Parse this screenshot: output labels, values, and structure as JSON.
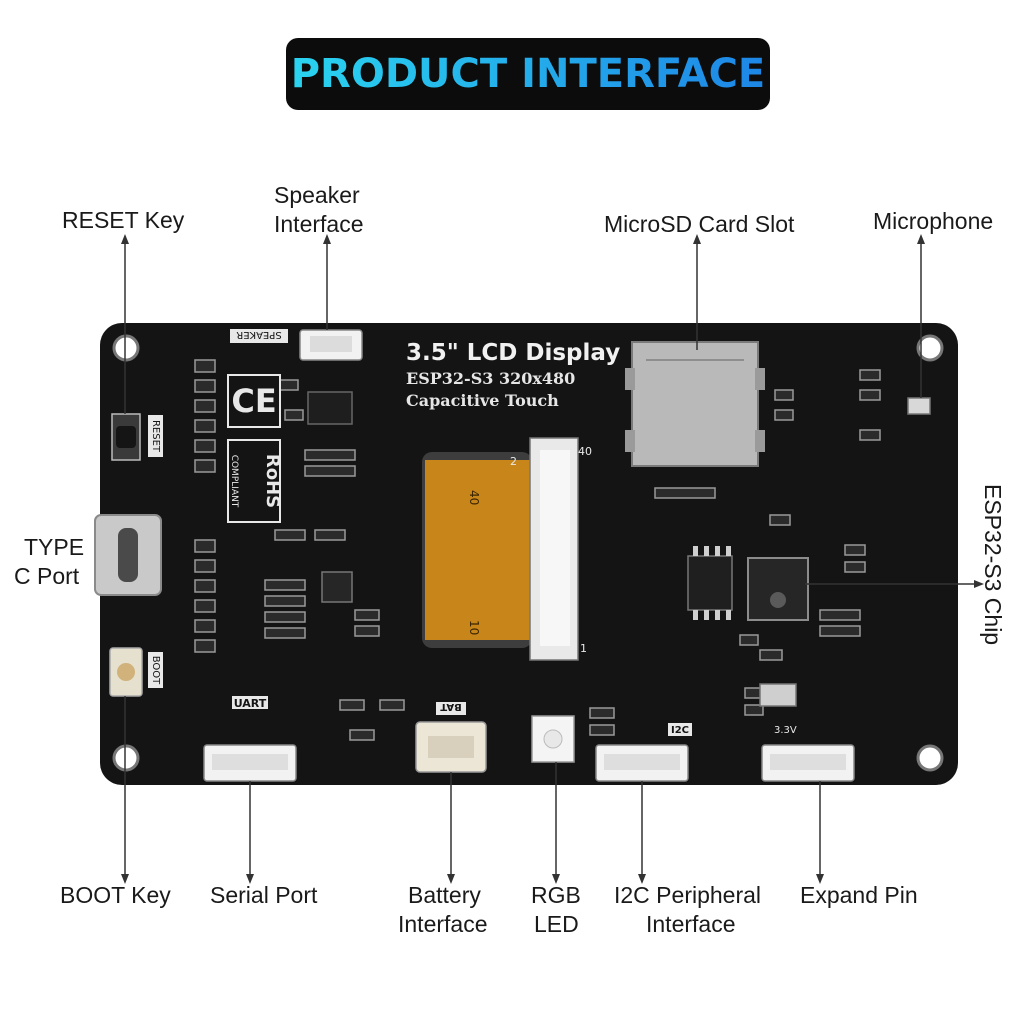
{
  "header": {
    "title": "PRODUCT INTERFACE"
  },
  "labels": {
    "reset_key": "RESET Key",
    "speaker_line1": "Speaker",
    "speaker_line2": "Interface",
    "microsd": "MicroSD Card Slot",
    "microphone": "Microphone",
    "typec_line1": "TYPE",
    "typec_line2": "C Port",
    "esp_chip": "ESP32-S3 Chip",
    "boot_key": "BOOT Key",
    "serial_port": "Serial Port",
    "battery_line1": "Battery",
    "battery_line2": "Interface",
    "rgb_line1": "RGB",
    "rgb_line2": "LED",
    "i2c_line1": "I2C Peripheral",
    "i2c_line2": "Interface",
    "expand_pin": "Expand Pin"
  },
  "board": {
    "lcd_title": "3.5\" LCD Display",
    "lcd_sub1": "ESP32-S3  320x480",
    "lcd_sub2": "Capacitive Touch",
    "silk_speaker": "SPEAKER",
    "silk_reset": "RESET",
    "silk_boot": "BOOT",
    "silk_uart": "UART",
    "silk_bat": "BAT",
    "silk_i2c": "I2C",
    "silk_33v": "3.3V",
    "silk_rohs": "RoHS",
    "silk_compliant": "COMPLIANT",
    "silk_ce": "CE",
    "fpc_40": "40",
    "fpc_10": "10",
    "fpc_1": "1",
    "fpc_2": "2"
  },
  "colors": {
    "pcb": "#141414",
    "title_gradient": [
      "#2ad4f0",
      "#1e86e6"
    ],
    "fpc": "#c8861a",
    "leader_line": "#333333"
  }
}
